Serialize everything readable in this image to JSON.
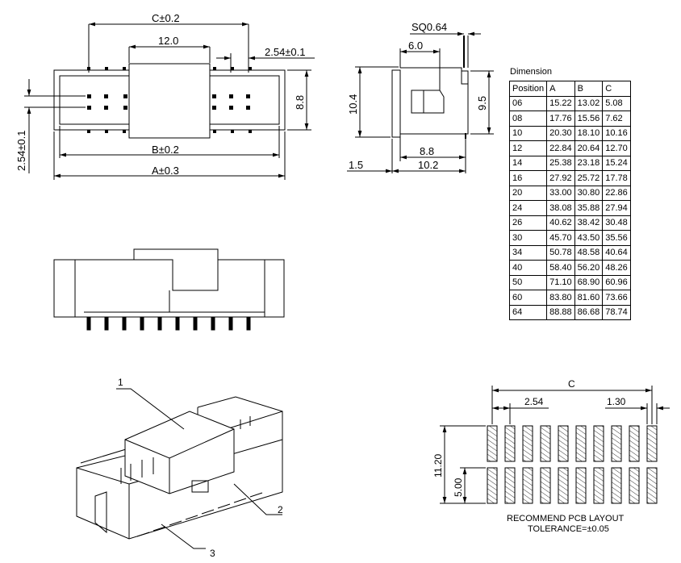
{
  "top_view": {
    "dim_c": "C±0.2",
    "dim_12": "12.0",
    "dim_pitch": "2.54±0.1",
    "dim_88": "8.8",
    "dim_pitch_left": "2.54±0.1",
    "dim_b": "B±0.2",
    "dim_a": "A±0.3"
  },
  "side_view": {
    "dim_sq": "SQ0.64",
    "dim_60": "6.0",
    "dim_104": "10.4",
    "dim_95": "9.5",
    "dim_88": "8.8",
    "dim_15": "1.5",
    "dim_102": "10.2"
  },
  "table": {
    "title": "Dimension",
    "headers": [
      "Position",
      "A",
      "B",
      "C"
    ],
    "rows": [
      [
        "06",
        "15.22",
        "13.02",
        "5.08"
      ],
      [
        "08",
        "17.76",
        "15.56",
        "7.62"
      ],
      [
        "10",
        "20.30",
        "18.10",
        "10.16"
      ],
      [
        "12",
        "22.84",
        "20.64",
        "12.70"
      ],
      [
        "14",
        "25.38",
        "23.18",
        "15.24"
      ],
      [
        "16",
        "27.92",
        "25.72",
        "17.78"
      ],
      [
        "20",
        "33.00",
        "30.80",
        "22.86"
      ],
      [
        "24",
        "38.08",
        "35.88",
        "27.94"
      ],
      [
        "26",
        "40.62",
        "38.42",
        "30.48"
      ],
      [
        "30",
        "45.70",
        "43.50",
        "35.56"
      ],
      [
        "34",
        "50.78",
        "48.58",
        "40.64"
      ],
      [
        "40",
        "58.40",
        "56.20",
        "48.26"
      ],
      [
        "50",
        "71.10",
        "68.90",
        "60.96"
      ],
      [
        "60",
        "83.80",
        "81.60",
        "73.66"
      ],
      [
        "64",
        "88.88",
        "86.68",
        "78.74"
      ]
    ]
  },
  "iso_view": {
    "callout_1": "1",
    "callout_2": "2",
    "callout_3": "3"
  },
  "pcb_layout": {
    "dim_c": "C",
    "dim_254": "2.54",
    "dim_130": "1.30",
    "dim_1120": "11.20",
    "dim_500": "5.00",
    "note_1": "RECOMMEND  PCB  LAYOUT",
    "note_2": "TOLERANCE=±0.05"
  }
}
